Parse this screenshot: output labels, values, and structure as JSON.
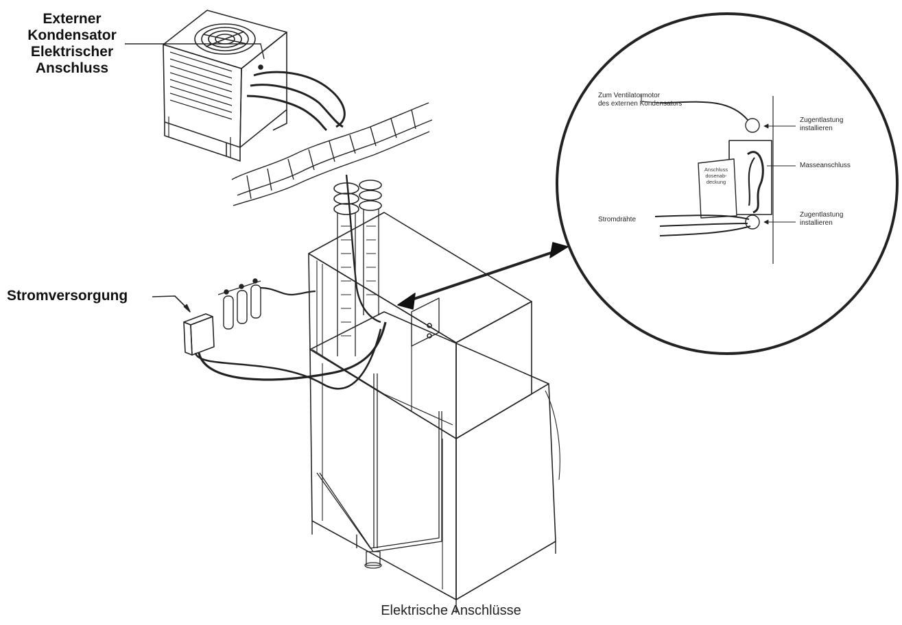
{
  "labels": {
    "condenser": [
      "Externer",
      "Kondensator",
      "Elektrischer",
      "Anschluss"
    ],
    "power_supply": "Stromversorgung",
    "caption": "Elektrische Anschlüsse"
  },
  "detail": {
    "fan_motor": [
      "Zum Ventilatormotor",
      "des externen Kondensators"
    ],
    "strain_relief_top": [
      "Zugentlastung",
      "installieren"
    ],
    "ground": "Masseanschluss",
    "cover": [
      "Anschluss",
      "dosenab-",
      "deckung"
    ],
    "wires": "Stromdrähte",
    "strain_relief_bottom": [
      "Zugentlastung",
      "installieren"
    ]
  }
}
